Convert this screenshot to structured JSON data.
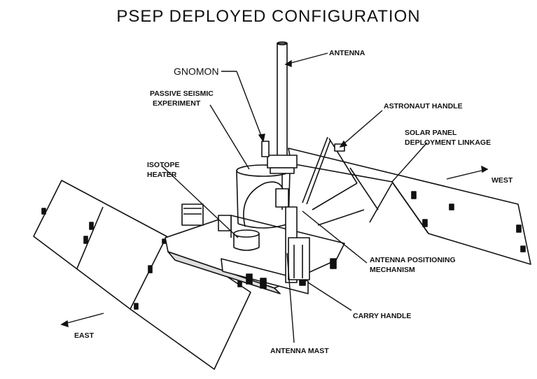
{
  "title": "PSEP DEPLOYED CONFIGURATION",
  "labels": {
    "antenna": "ANTENNA",
    "gnomon": "GNOMON",
    "passive_seismic_line1": "PASSIVE SEISMIC",
    "passive_seismic_line2": "EXPERIMENT",
    "astronaut_handle": "ASTRONAUT HANDLE",
    "solar_panel_line1": "SOLAR PANEL",
    "solar_panel_line2": "DEPLOYMENT LINKAGE",
    "isotope_line1": "ISOTOPE",
    "isotope_line2": "HEATER",
    "west": "WEST",
    "east": "EAST",
    "antenna_positioning_line1": "ANTENNA POSITIONING",
    "antenna_positioning_line2": "MECHANISM",
    "carry_handle": "CARRY HANDLE",
    "antenna_mast": "ANTENNA MAST"
  },
  "colors": {
    "ink": "#111111",
    "paper": "#ffffff",
    "shade": "#cfcfcf"
  }
}
